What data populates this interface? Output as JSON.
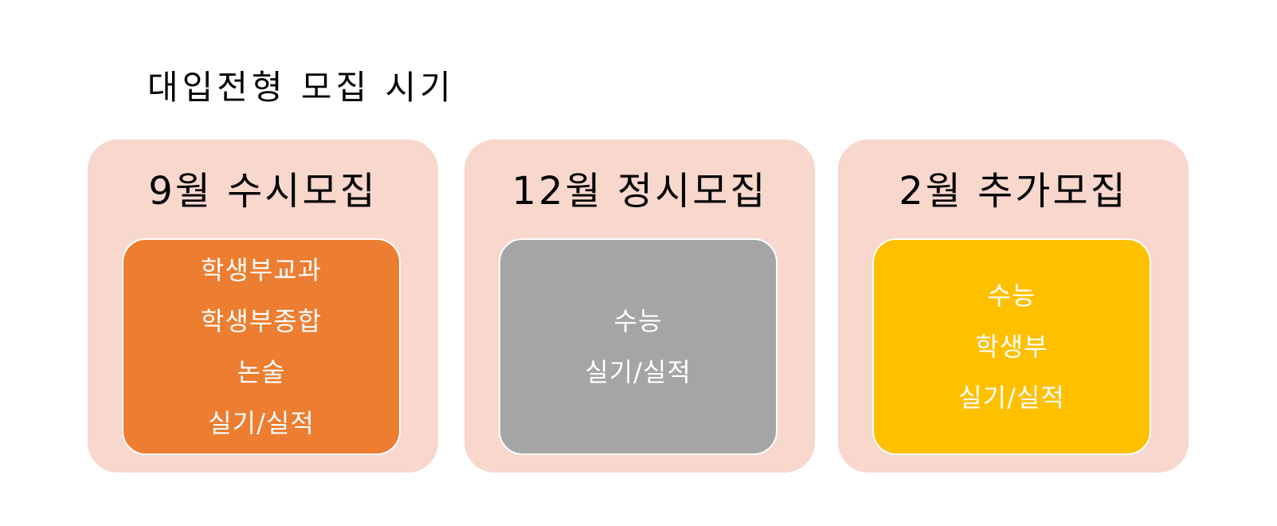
{
  "title": "대입전형 모집 시기",
  "cards": [
    {
      "heading": "9월 수시모집",
      "color": "#ed7d31",
      "items": [
        "학생부교과",
        "학생부종합",
        "논술",
        "실기/실적"
      ]
    },
    {
      "heading": "12월 정시모집",
      "color": "#a5a5a5",
      "items": [
        "수능",
        "실기/실적"
      ]
    },
    {
      "heading": "2월 추가모집",
      "color": "#ffc000",
      "items": [
        "수능",
        "학생부",
        "실기/실적"
      ]
    }
  ],
  "colors": {
    "card_background": "#f8d7cd",
    "inner_border": "#ffffff"
  }
}
